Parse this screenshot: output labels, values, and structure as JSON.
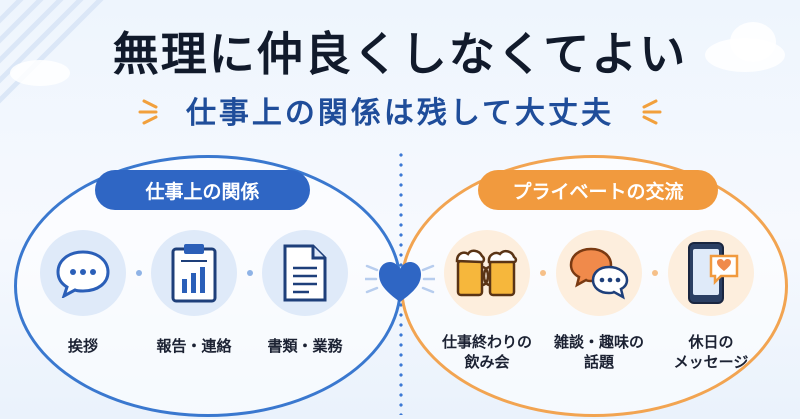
{
  "header": {
    "title": "無理に仲良くしなくてよい",
    "subtitle": "仕事上の関係は残して大丈夫"
  },
  "left": {
    "heading": "仕事上の関係",
    "items": [
      {
        "label": "挨拶",
        "icon": "chat-bubble-icon"
      },
      {
        "label": "報告・連絡",
        "icon": "clipboard-chart-icon"
      },
      {
        "label": "書類・業務",
        "icon": "document-icon"
      }
    ]
  },
  "right": {
    "heading": "プライベートの交流",
    "items": [
      {
        "label_line1": "仕事終わりの",
        "label_line2": "飲み会",
        "icon": "beer-mugs-icon"
      },
      {
        "label_line1": "雑談・趣味の",
        "label_line2": "話題",
        "icon": "chat-bubbles-icon"
      },
      {
        "label_line1": "休日の",
        "label_line2": "メッセージ",
        "icon": "smartphone-heart-icon"
      }
    ]
  },
  "colors": {
    "blue": "#2f66c4",
    "orange": "#f19a3e",
    "title": "#111a2b",
    "subtitle": "#1f4d9a"
  }
}
